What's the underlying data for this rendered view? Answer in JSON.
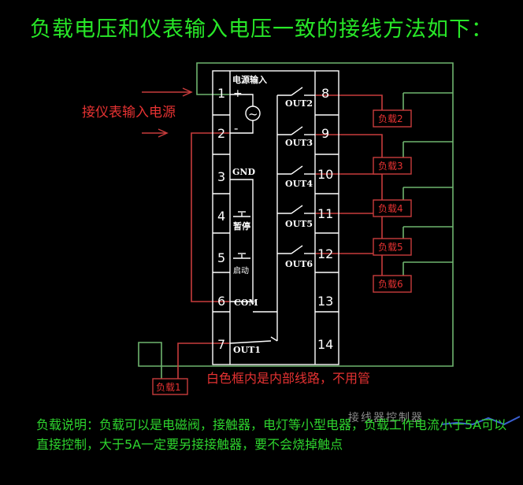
{
  "title": "负载电压和仪表输入电压一致的接线方法如下：",
  "input_label": "接仪表输入电源",
  "box": {
    "power_label": "电源输入",
    "plus": "+",
    "minus": "-",
    "ac_symbol": "~",
    "gnd": "GND",
    "pause": "暂停",
    "start": "启动",
    "com": "COM",
    "out1": "OUT1",
    "left_pins": [
      "1",
      "2",
      "3",
      "4",
      "5",
      "6",
      "7"
    ],
    "right_pins": [
      "8",
      "9",
      "10",
      "11",
      "12",
      "13",
      "14"
    ],
    "outputs": [
      "OUT2",
      "OUT3",
      "OUT4",
      "OUT5",
      "OUT6"
    ]
  },
  "loads": [
    "负载1",
    "负载2",
    "负载3",
    "负载4",
    "负载5",
    "负载6"
  ],
  "internal_note": "白色框内是内部线路，不用管",
  "footer": "负载说明：负载可以是电磁阀，接触器，电灯等小型电器，负载工作电流小于5A可以直接控制，大于5A一定要另接接触器，要不会烧掉触点",
  "watermark": "接线器控制器",
  "colors": {
    "title": "#28e828",
    "wire_green": "#6fb56f",
    "wire_red": "#c83c3c",
    "box_white": "#ffffff",
    "label_red": "#e63232",
    "footer_green": "#2ed42e"
  }
}
